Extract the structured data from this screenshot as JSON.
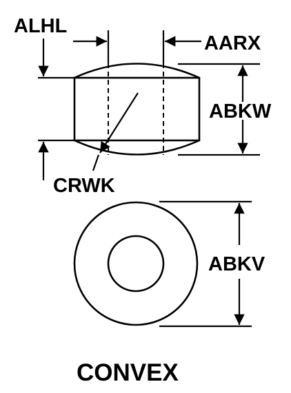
{
  "drawing": {
    "labels": {
      "alhl": "ALHL",
      "aarx": "AARX",
      "abkw": "ABKW",
      "crwk": "CRWK",
      "abkv": "ABKV"
    },
    "title": "CONVEX",
    "line_color": "#000000",
    "background": "#ffffff"
  }
}
